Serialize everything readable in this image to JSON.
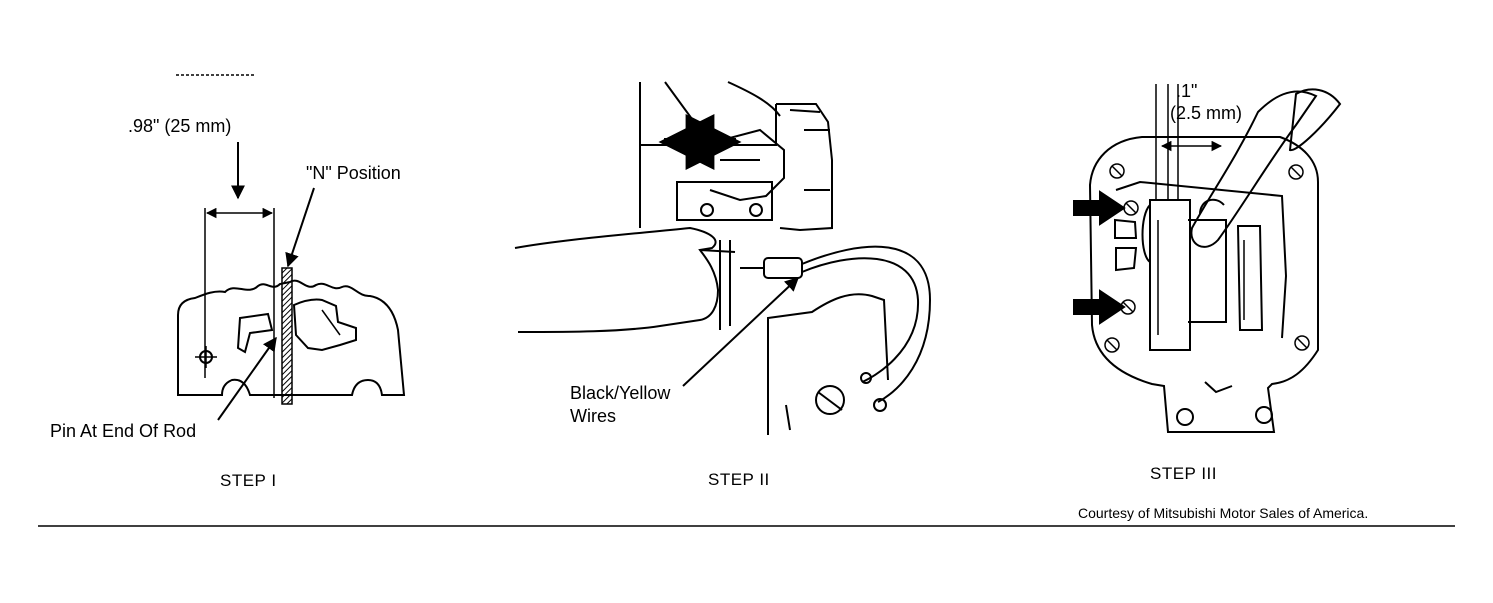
{
  "panels": [
    {
      "step": "STEP I",
      "labels": {
        "dimension": ".98\" (25 mm)",
        "position": "\"N\" Position",
        "pin": "Pin At End Of Rod"
      }
    },
    {
      "step": "STEP II",
      "labels": {
        "wires_line1": "Black/Yellow",
        "wires_line2": "Wires"
      }
    },
    {
      "step": "STEP III",
      "labels": {
        "dim_line1": ".1\"",
        "dim_line2": "(2.5 mm)"
      }
    }
  ],
  "credit": "Courtesy of Mitsubishi Motor Sales of America."
}
